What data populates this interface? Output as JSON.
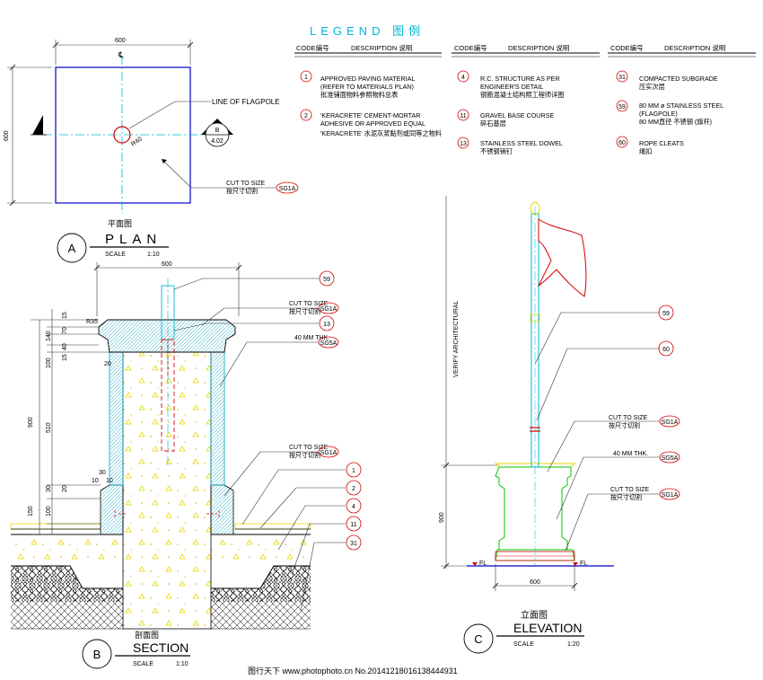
{
  "legend": {
    "title": "LEGEND 图例",
    "col_code": "CODE编号",
    "col_desc": "DESCRIPTION 说明",
    "items": [
      {
        "code": "1",
        "line1": "APPROVED PAVING MATERIAL",
        "line2": "(REFER TO MATERIALS PLAN)",
        "line3": "批准铺面物料参照物料总表"
      },
      {
        "code": "2",
        "line1": "'KERACRETE' CEMENT-MORTAR",
        "line2": "ADHESIVE OR APPROVED EQUAL",
        "line3": "'KERACRETE' 水泥灰浆黏剂或同等之物料"
      },
      {
        "code": "4",
        "line1": "R.C. STRUCTURE AS PER",
        "line2": "ENGINEER'S DETAIL",
        "line3": "钢筋混凝土结构照工程师详图"
      },
      {
        "code": "11",
        "line1": "GRAVEL BASE COURSE",
        "line2": "碎石基层",
        "line3": ""
      },
      {
        "code": "13",
        "line1": "STAINLESS STEEL DOWEL",
        "line2": "不锈钢销钉",
        "line3": ""
      },
      {
        "code": "31",
        "line1": "COMPACTED SUBGRADE",
        "line2": "压实次层",
        "line3": ""
      },
      {
        "code": "59",
        "line1": "80 MM ø STAINLESS STEEL",
        "line2": "(FLAGPOLE)",
        "line3": "80 MM直径 不锈钢 (旗杆)"
      },
      {
        "code": "60",
        "line1": "ROPE CLEATS",
        "line2": "绳扣",
        "line3": ""
      }
    ]
  },
  "plan": {
    "dim_top": "600",
    "dim_left": "600",
    "centerline": "℄",
    "line_of_flagpole": "LINE OF FLAGPOLE",
    "radius": "R40",
    "cut_to_size": "CUT TO SIZE",
    "cut_cn": "按尺寸切割",
    "cut_tag": "SG1A",
    "section_ref_top": "B",
    "section_ref_bottom": "4.02",
    "title_cn": "平面图",
    "title": "PLAN",
    "letter": "A",
    "scale_label": "SCALE",
    "scale_value": "1:10"
  },
  "section": {
    "dim_top": "600",
    "letter": "B",
    "title_cn": "剖面图",
    "title": "SECTION",
    "scale_label": "SCALE",
    "scale_value": "1:10",
    "r35": "R35",
    "dims_left": [
      "15",
      "70",
      "140",
      "40",
      "15",
      "100",
      "20",
      "510",
      "900",
      "30",
      "10",
      "10",
      "20",
      "30",
      "100",
      "150"
    ],
    "callouts": {
      "c59": "59",
      "cut1": "CUT TO SIZE",
      "cut1_cn": "按尺寸切割",
      "cut1_tag": "SG1A",
      "c13": "13",
      "thk": "40 MM THK.",
      "thk_tag": "SG5A",
      "cut2": "CUT TO SIZE",
      "cut2_cn": "按尺寸切割",
      "cut2_tag": "SG1A",
      "c1": "1",
      "c2": "2",
      "c4": "4",
      "c11": "11",
      "c31": "31"
    }
  },
  "elevation": {
    "verify": "VERIFY ARCHITECTURAL",
    "dim_bottom": "600",
    "dim_left": "900",
    "fl_left": "FL",
    "fl_right": "FL",
    "c59": "59",
    "c60": "60",
    "cut1": "CUT TO SIZE",
    "cut1_cn": "按尺寸切割",
    "cut1_tag": "SG1A",
    "thk": "40 MM THK.",
    "thk_tag": "SG5A",
    "cut2": "CUT TO SIZE",
    "cut2_cn": "按尺寸切割",
    "cut2_tag": "SG1A",
    "letter": "C",
    "title_cn": "立面图",
    "title": "ELEVATION",
    "scale_label": "SCALE",
    "scale_value": "1:20"
  },
  "watermark": "图行天下 www.photophoto.cn No.20141218016138444931",
  "colors": {
    "line": "#000000",
    "center": "#00b7d7",
    "red": "#d40000",
    "blue": "#0000c8",
    "green": "#00c800",
    "yellow": "#e8d800"
  }
}
